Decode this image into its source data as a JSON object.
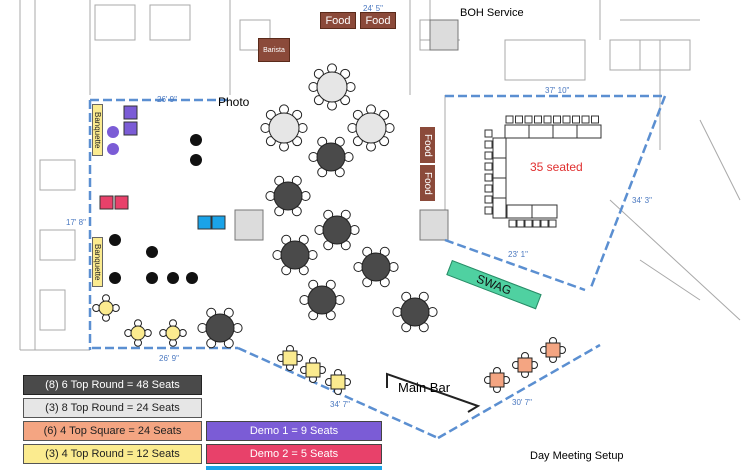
{
  "header": {
    "boh_service": "BOH Service",
    "food_labels": [
      "Food",
      "Food",
      "Food",
      "Food"
    ],
    "barista": "Barista"
  },
  "zones": {
    "photo": "Photo",
    "banquette_top": "Banquette",
    "banquette_lower": "Banquette",
    "seated_label": "35 seated",
    "swag": "SWAG",
    "main_bar": "Main Bar"
  },
  "dimensions": [
    "26' 9\"",
    "37' 10\"",
    "17' 8\"",
    "34' 3\"",
    "23' 1\"",
    "26' 9\"",
    "34' 7\"",
    "30' 7\"",
    "24' 5\""
  ],
  "legend": [
    {
      "label": "(8) 6 Top Round = 48 Seats",
      "color": "#4a4a4a",
      "text_color": "#ffffff"
    },
    {
      "label": "(3) 8 Top Round = 24 Seats",
      "color": "#e6e6e6",
      "text_color": "#222222"
    },
    {
      "label": "(6) 4 Top Square = 24 Seats",
      "color": "#f4a582",
      "text_color": "#222222"
    },
    {
      "label": "(3) 4 Top Round = 12 Seats",
      "color": "#fbeb8f",
      "text_color": "#222222"
    }
  ],
  "demos": [
    {
      "label": "Demo 1 = 9 Seats",
      "color": "#7b5cd6",
      "text_color": "#ffffff"
    },
    {
      "label": "Demo 2 = 5 Seats",
      "color": "#e8416a",
      "text_color": "#ffffff"
    }
  ],
  "footer": {
    "caption": "Day Meeting Setup"
  },
  "colors": {
    "food_bg": "#8b4a3a",
    "wall_blue": "#5b8fd1",
    "black_dot": "#111111",
    "purple": "#7b5cd6",
    "red": "#e8416a",
    "cyan": "#1aa3e8",
    "swag_green": "#4fd1a1",
    "banquette_yellow": "#fbeb8f",
    "seated_red": "#e03030"
  }
}
